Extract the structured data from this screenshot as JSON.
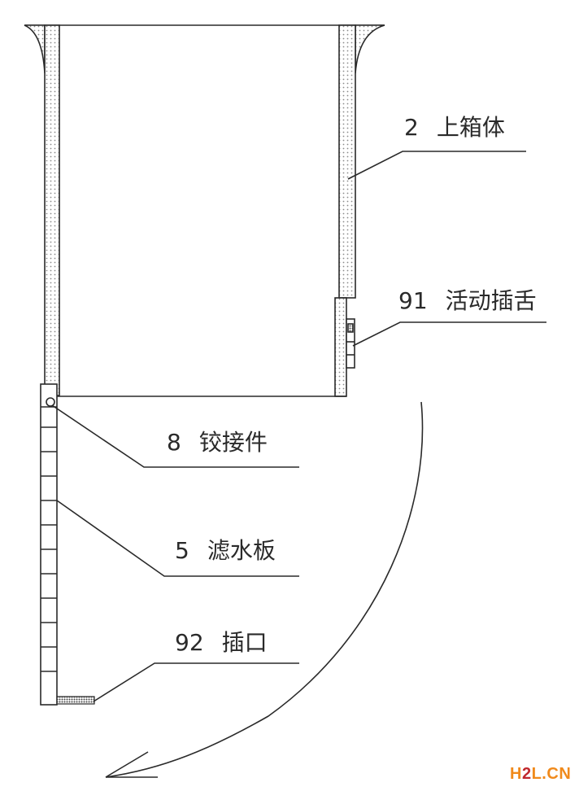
{
  "labels": {
    "upper_box": {
      "num": "2",
      "text": "上箱体"
    },
    "movable_tongue": {
      "num": "91",
      "text": "活动插舌"
    },
    "hinge": {
      "num": "8",
      "text": "铰接件"
    },
    "filter_plate": {
      "num": "5",
      "text": "滤水板"
    },
    "socket": {
      "num": "92",
      "text": "插口"
    }
  },
  "watermark": {
    "text": "H2L.CN",
    "color_main": "#f08a1c",
    "color_accent": "#c0282d"
  },
  "colors": {
    "line": "#2a2a2a",
    "hatch": "#9a9a9a",
    "background": "#ffffff"
  }
}
